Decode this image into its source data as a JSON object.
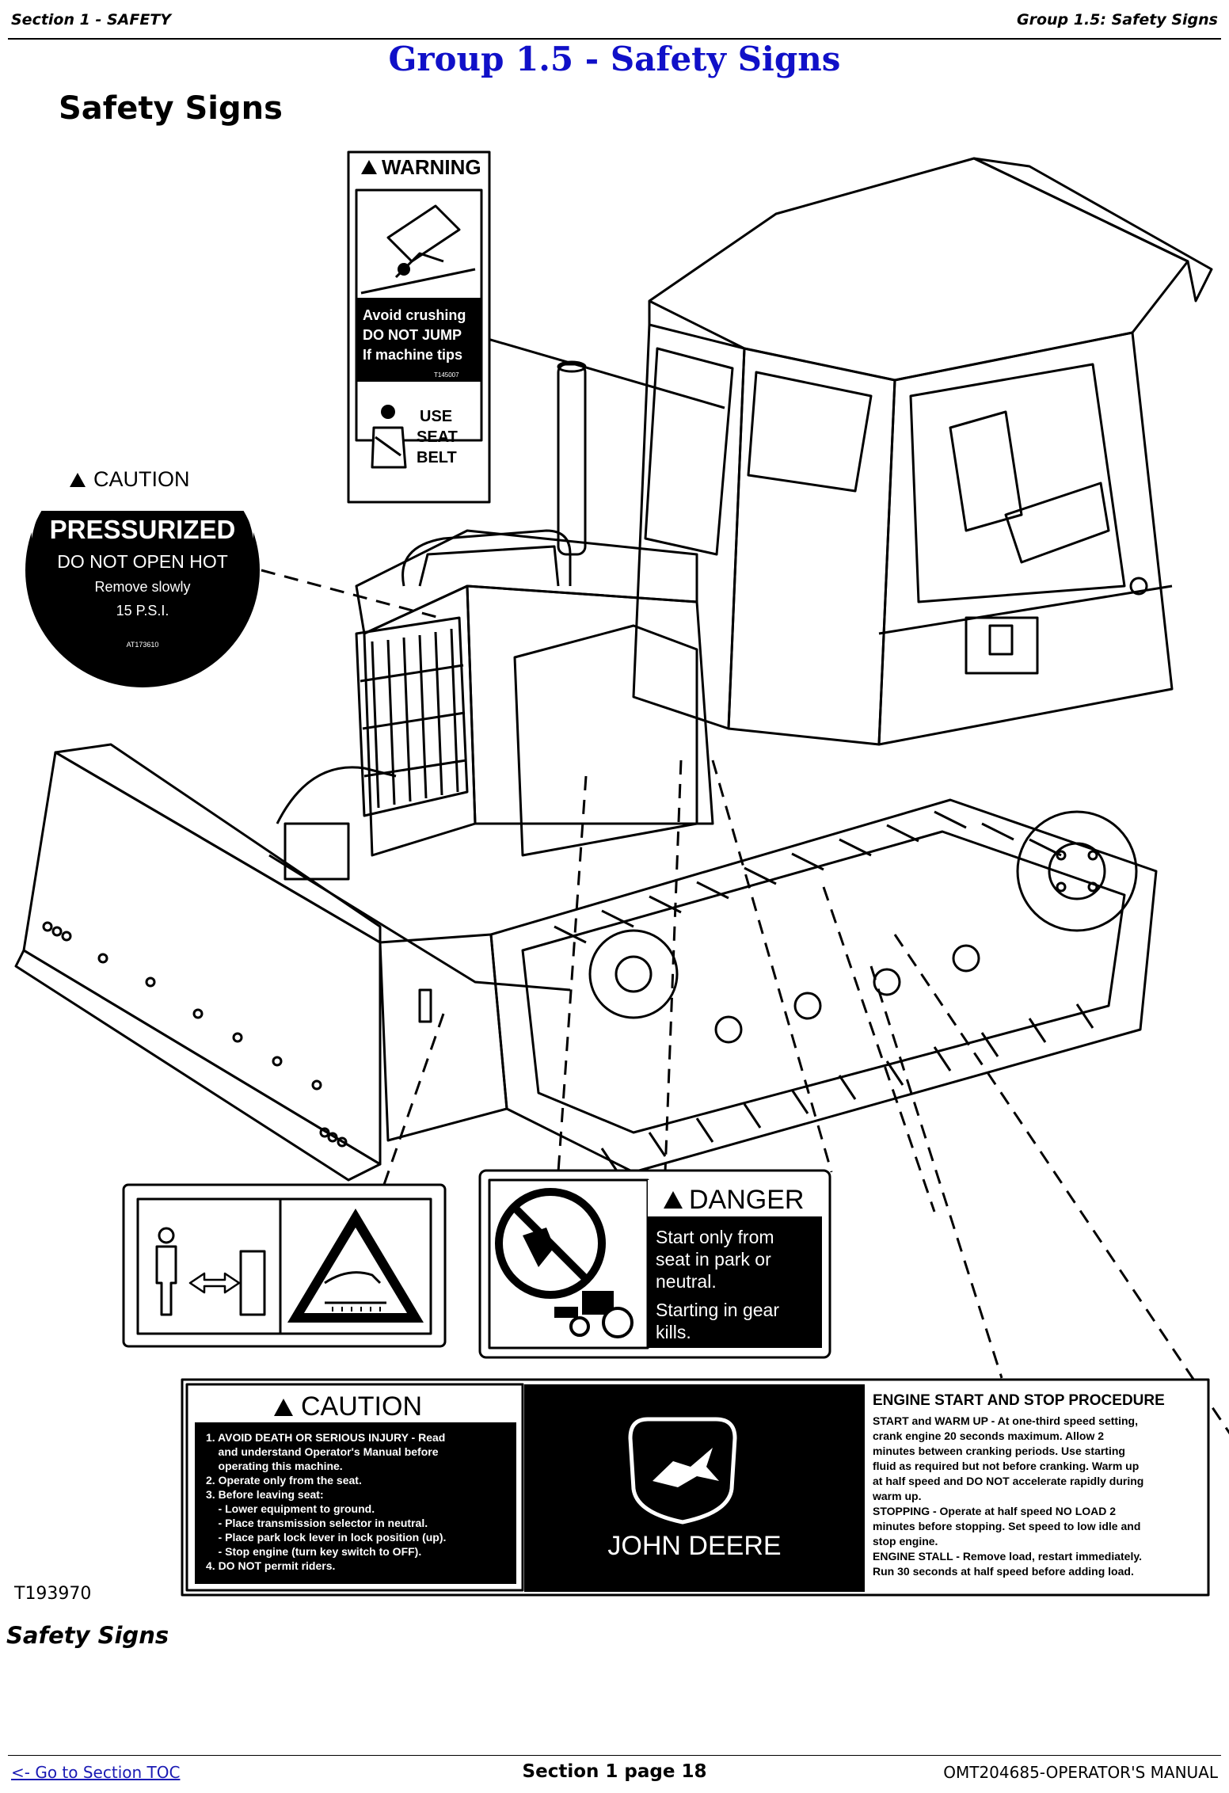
{
  "header": {
    "section_label": "Section 1 - SAFETY",
    "group_label": "Group 1.5: Safety Signs"
  },
  "group_title": "Group 1.5 - Safety Signs",
  "heading": "Safety Signs",
  "figure": {
    "id": "T193970",
    "caption": "Safety Signs",
    "warning_decal": {
      "title": "WARNING",
      "line1": "Avoid crushing",
      "line2": "DO NOT JUMP",
      "line3": "If machine tips",
      "part_no": "T145007",
      "seat_line1": "USE",
      "seat_line2": "SEAT",
      "seat_line3": "BELT"
    },
    "caution_pressurized": {
      "title": "CAUTION",
      "line1": "PRESSURIZED",
      "line2": "DO NOT OPEN HOT",
      "line3": "Remove slowly",
      "line4": "15 P.S.I.",
      "part_no": "AT173610"
    },
    "danger_decal": {
      "title": "DANGER",
      "line1": "Start only from",
      "line2": "seat in park or",
      "line3": "neutral.",
      "line4": "Starting in gear",
      "line5": "kills."
    },
    "caution_decal": {
      "title": "CAUTION",
      "items": [
        "1. AVOID DEATH OR SERIOUS INJURY - Read",
        "    and understand Operator's Manual before",
        "    operating this machine.",
        "2. Operate only from the seat.",
        "3. Before leaving seat:",
        "    - Lower equipment to ground.",
        "    - Place transmission selector in neutral.",
        "    - Place park lock lever in lock position (up).",
        "    - Stop engine (turn key switch to OFF).",
        "4. DO NOT permit riders."
      ]
    },
    "brand": "JOHN DEERE",
    "procedure": {
      "title": "ENGINE START AND STOP PROCEDURE",
      "lines": [
        "START and WARM UP - At one-third speed setting,",
        "crank engine 20 seconds maximum.  Allow 2",
        "minutes between cranking periods.  Use starting",
        "fluid as required but not before cranking.  Warm up",
        "at half speed and DO NOT accelerate rapidly during",
        "warm up.",
        "STOPPING - Operate at half speed NO LOAD 2",
        "minutes before stopping.  Set speed to low idle and",
        "stop engine.",
        "ENGINE STALL - Remove load, restart immediately.",
        "Run 30 seconds at half speed before adding load."
      ]
    }
  },
  "footer": {
    "toc_link": "<- Go to Section TOC",
    "page": "Section 1 page 18",
    "manual": "OMT204685-OPERATOR'S MANUAL"
  }
}
